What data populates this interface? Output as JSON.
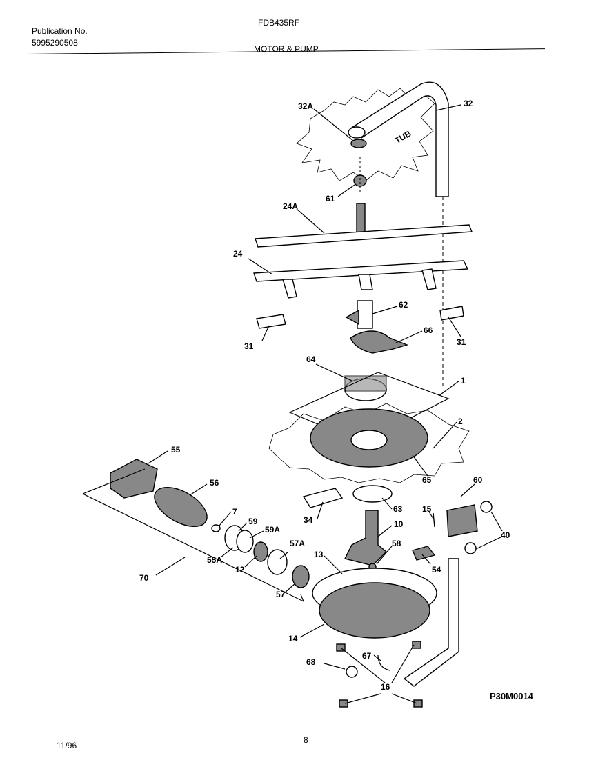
{
  "header": {
    "publication_label": "Publication No.",
    "publication_number": "5995290508",
    "model": "FDB435RF",
    "section_title": "MOTOR & PUMP"
  },
  "footer": {
    "date": "11/96",
    "page_number": "8",
    "diagram_code": "P30M0014"
  },
  "callouts": [
    "32A",
    "32",
    "61",
    "24A",
    "24",
    "62",
    "66",
    "31",
    "31",
    "64",
    "1",
    "2",
    "55",
    "56",
    "65",
    "60",
    "7",
    "59",
    "59A",
    "34",
    "63",
    "15",
    "10",
    "40",
    "55A",
    "57A",
    "58",
    "12",
    "13",
    "54",
    "70",
    "57",
    "14",
    "67",
    "68",
    "16"
  ]
}
